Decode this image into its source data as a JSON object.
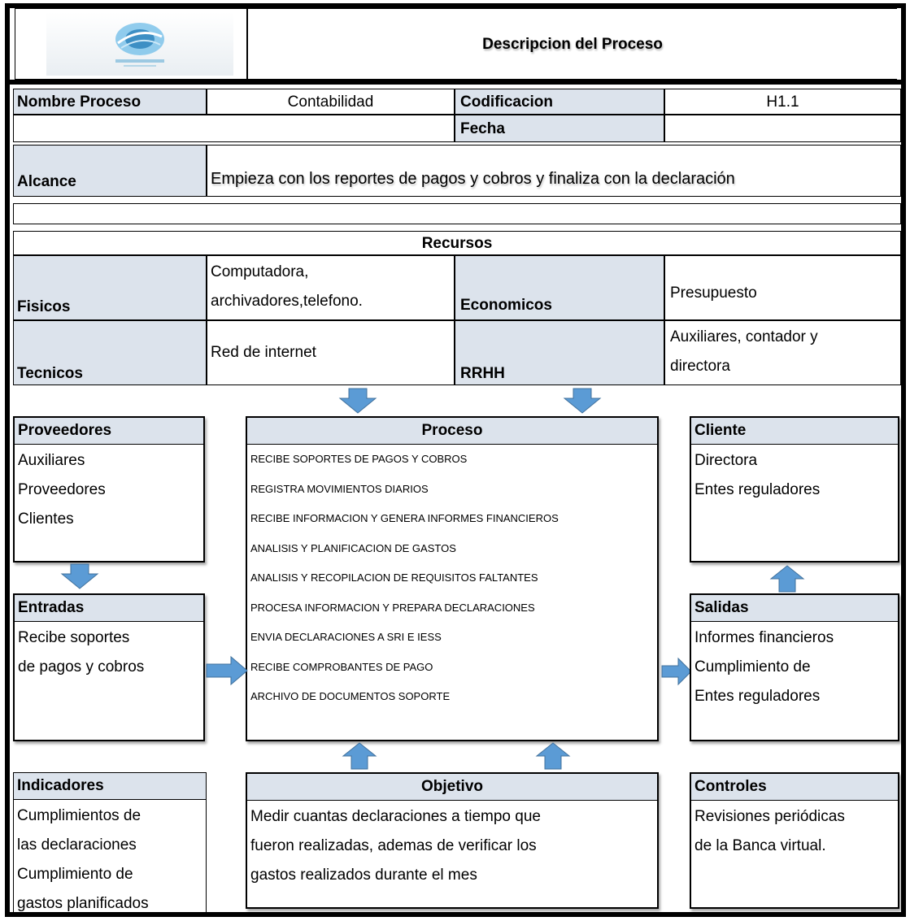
{
  "header": {
    "logo_caption": "",
    "title": "Descripcion del Proceso"
  },
  "info": {
    "nombre_label": "Nombre Proceso",
    "nombre_value": "Contabilidad",
    "codificacion_label": "Codificacion",
    "codificacion_value": "H1.1",
    "fecha_label": "Fecha",
    "fecha_value": "",
    "alcance_label": "Alcance",
    "alcance_value": "Empieza con los reportes de pagos y cobros y finaliza con la declaración"
  },
  "recursos": {
    "title": "Recursos",
    "fisicos_label": "Fisicos",
    "fisicos_lines": [
      "Computadora,",
      "archivadores,telefono."
    ],
    "economicos_label": "Economicos",
    "economicos_value": "Presupuesto",
    "tecnicos_label": "Tecnicos",
    "tecnicos_value": "Red de internet",
    "rrhh_label": "RRHH",
    "rrhh_lines": [
      "Auxiliares, contador y",
      "directora"
    ]
  },
  "proveedores": {
    "title": "Proveedores",
    "items": [
      "Auxiliares",
      "Proveedores",
      "Clientes"
    ]
  },
  "proceso": {
    "title": "Proceso",
    "steps": [
      "RECIBE SOPORTES DE PAGOS Y COBROS",
      "REGISTRA MOVIMIENTOS DIARIOS",
      "RECIBE INFORMACION Y GENERA INFORMES FINANCIEROS",
      "ANALISIS Y PLANIFICACION DE GASTOS",
      "ANALISIS Y RECOPILACION DE REQUISITOS FALTANTES",
      "PROCESA INFORMACION  Y PREPARA DECLARACIONES",
      "ENVIA  DECLARACIONES A SRI E IESS",
      "RECIBE COMPROBANTES DE PAGO",
      "ARCHIVO DE DOCUMENTOS SOPORTE"
    ]
  },
  "cliente": {
    "title": "Cliente",
    "items": [
      "Directora",
      "Entes reguladores"
    ]
  },
  "entradas": {
    "title": "Entradas",
    "items": [
      "Recibe soportes",
      "de pagos y cobros"
    ]
  },
  "salidas": {
    "title": "Salidas",
    "items": [
      "Informes financieros",
      "Cumplimiento de",
      "Entes reguladores"
    ]
  },
  "indicadores": {
    "title": "Indicadores",
    "items": [
      "Cumplimientos de",
      "las declaraciones",
      "Cumplimiento de",
      "gastos planificados"
    ]
  },
  "objetivo": {
    "title": "Objetivo",
    "items": [
      "Medir cuantas declaraciones a tiempo que",
      "fueron realizadas, ademas de verificar los",
      "gastos realizados  durante el mes"
    ]
  },
  "controles": {
    "title": "Controles",
    "items": [
      "Revisiones periódicas",
      "de la Banca virtual."
    ]
  },
  "colors": {
    "header_fill": "#dce3ec",
    "arrow_fill": "#5b9bd5",
    "arrow_stroke": "#41719c"
  }
}
